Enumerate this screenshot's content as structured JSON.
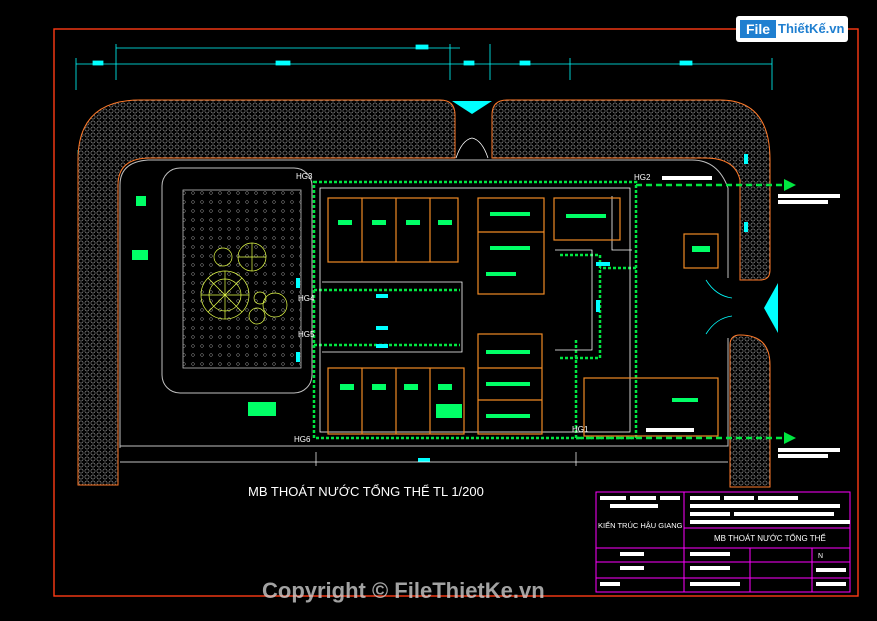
{
  "drawing": {
    "title": "MB THOÁT NƯỚC TỔNG THỂ TL 1/200",
    "manhole_labels": [
      "HG3",
      "HG2",
      "HG4",
      "HG5",
      "HG6",
      "HG1"
    ]
  },
  "title_block": {
    "company": "KIẾN TRÚC HẬU GIANG",
    "sheet_title": "MB THOÁT NƯỚC TỔNG THỂ",
    "mark_n": "N"
  },
  "watermark": {
    "logo_file": "File",
    "logo_rest": "ThiếtKế.vn",
    "copyright": "Copyright © FileThietKe.vn"
  },
  "colors": {
    "background": "#000000",
    "frame": "#ff3b14",
    "road": "#c0c0c0",
    "building": "#f08a24",
    "pipe": "#00e640",
    "dimension": "#00ffff",
    "title_block": "#ff00ff",
    "tree": "#e6ff4a",
    "wall": "#ffffff"
  }
}
